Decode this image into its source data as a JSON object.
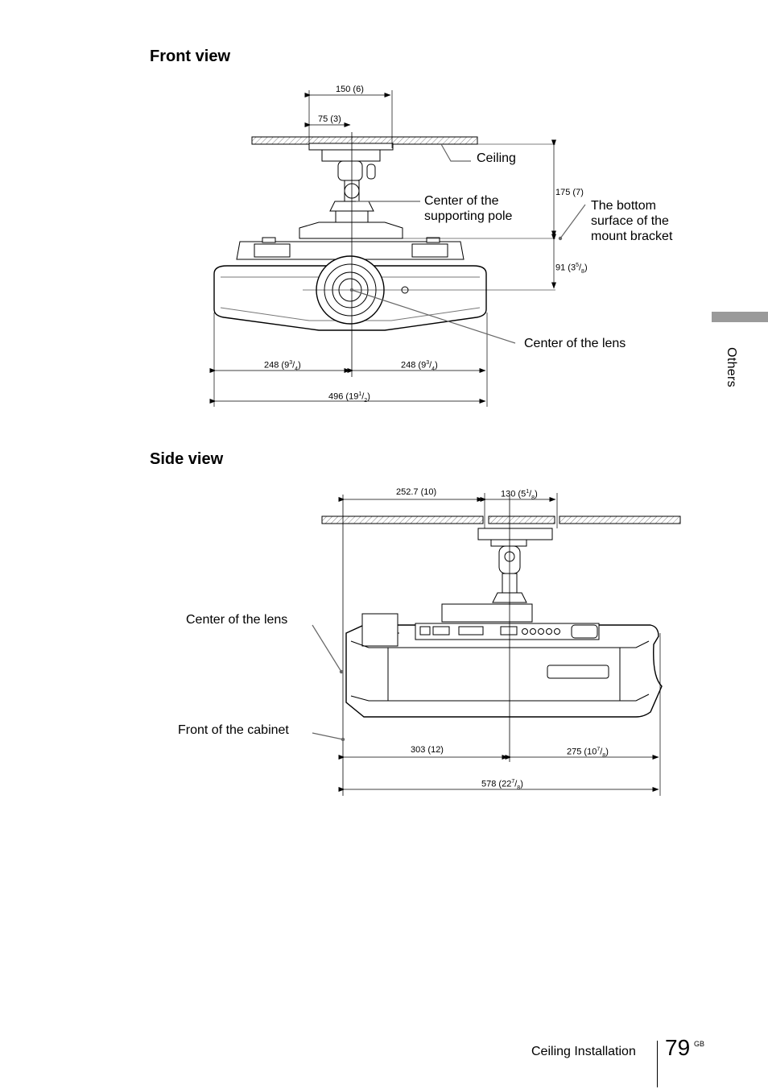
{
  "front": {
    "heading": "Front view",
    "ceiling_label": "Ceiling",
    "pole_label_1": "Center of the",
    "pole_label_2": "supporting pole",
    "bracket_label_1": "The bottom",
    "bracket_label_2": "surface of the",
    "bracket_label_3": "mount bracket",
    "lens_label": "Center of the lens",
    "dims": {
      "d150": "150 (6)",
      "d75": "75 (3)",
      "d175": "175 (7)",
      "d91_main": "91 (3",
      "d91_num": "5",
      "d91_den": "8",
      "d248_main": "248 (9",
      "d248_num": "3",
      "d248_den": "4",
      "d496_main": "496 (19",
      "d496_num": "1",
      "d496_den": "2",
      "close": ")"
    }
  },
  "side": {
    "heading": "Side view",
    "lens_label": "Center of the lens",
    "cabinet_label": "Front of the cabinet",
    "dims": {
      "d252": "252.7 (10)",
      "d130_main": "130 (5",
      "d130_num": "1",
      "d130_den": "8",
      "d303": "303 (12)",
      "d275_main": "275 (10",
      "d275_num": "7",
      "d275_den": "8",
      "d578_main": "578 (22",
      "d578_num": "7",
      "d578_den": "8",
      "close": ")"
    }
  },
  "sidebar": {
    "tab_label": "Others"
  },
  "footer": {
    "section": "Ceiling Installation",
    "page_number": "79",
    "region": "GB"
  }
}
